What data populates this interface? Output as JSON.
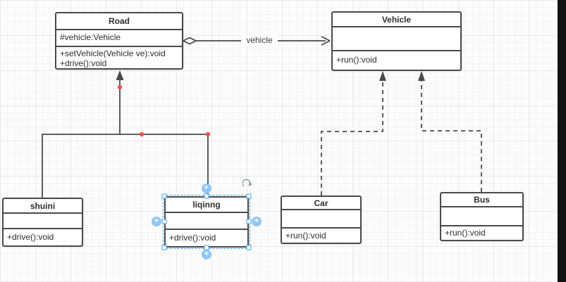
{
  "app": {
    "view": "uml-class-diagram-canvas"
  },
  "colors": {
    "box_stroke": "#4a4a4a",
    "box_fill": "#ffffff",
    "selection_blue": "#45a7f5",
    "connection_point_blue": "#8cc3f4",
    "waypoint_red": "#ef5350",
    "grid_major": "#e9e9e9",
    "grid_minor": "#f4f4f4"
  },
  "classes": {
    "road": {
      "title": "Road",
      "attributes": [
        "#vehicle:Vehicle"
      ],
      "methods": [
        "+setVehicle(Vehicle ve):void",
        "+drive():void"
      ]
    },
    "vehicle": {
      "title": "Vehicle",
      "attributes": [],
      "methods": [
        "+run():void"
      ]
    },
    "shuini": {
      "title": "shuini",
      "attributes": [],
      "methods": [
        "+drive():void"
      ]
    },
    "liqinng": {
      "title": "liqinng",
      "attributes": [],
      "methods": [
        "+drive():void"
      ],
      "selected": true
    },
    "car": {
      "title": "Car",
      "attributes": [],
      "methods": [
        "+run():void"
      ]
    },
    "bus": {
      "title": "Bus",
      "attributes": [],
      "methods": [
        "+run():void"
      ]
    }
  },
  "edges": {
    "aggregation": {
      "from": "Road",
      "to": "Vehicle",
      "label": "vehicle",
      "style": "solid, hollow diamond at Road, open arrow at Vehicle"
    },
    "inheritance": {
      "from": "shuini / liqinng",
      "to": "Road",
      "style": "solid, filled arrow"
    },
    "realization_car": {
      "from": "Car",
      "to": "Vehicle",
      "style": "dashed, filled arrow"
    },
    "realization_bus": {
      "from": "Bus",
      "to": "Vehicle",
      "style": "dashed, filled arrow"
    }
  },
  "ui": {
    "connection_point_glyph": "+"
  }
}
